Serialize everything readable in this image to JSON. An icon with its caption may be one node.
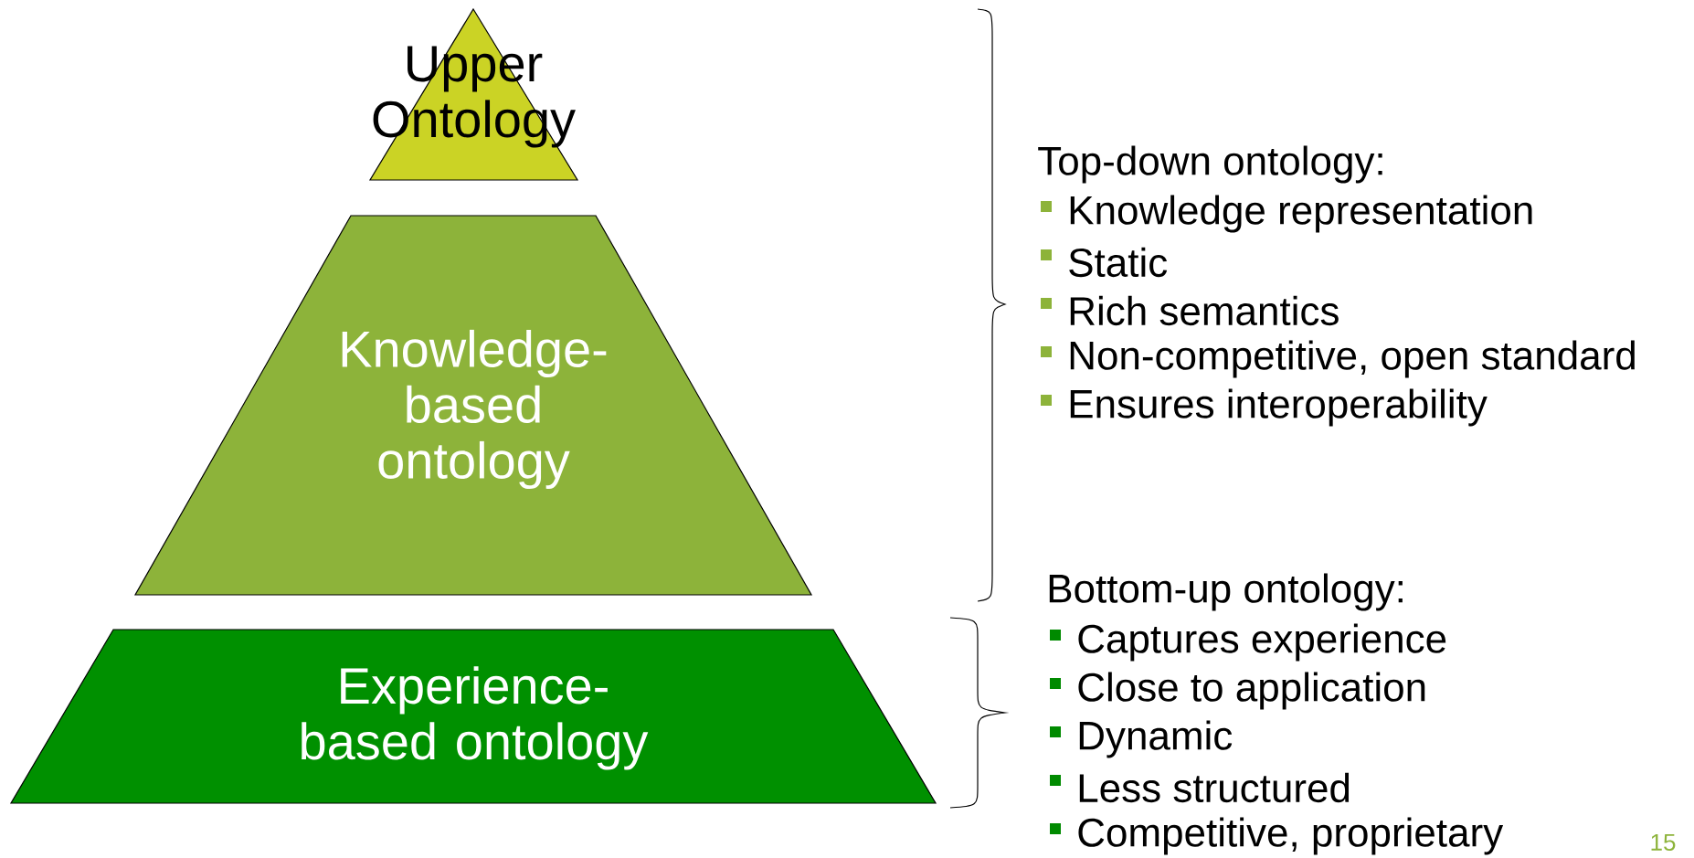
{
  "diagram": {
    "nodes": [
      {
        "text": [
          "Upper Ontology"
        ]
      },
      {
        "text": [
          "Knowledge-based ontology"
        ]
      },
      {
        "text": [
          "Experience-based ontology"
        ]
      }
    ],
    "labels": [
      "Top-down ontology:",
      "Knowledge representation",
      "Static",
      "Rich semantics",
      "Non-competitive, open standard",
      "Ensures interoperability",
      "Bottom-up ontology:",
      "Captures experience",
      "Close to application",
      "Dynamic",
      "Less structured",
      "Competitive, proprietary",
      "15"
    ]
  }
}
